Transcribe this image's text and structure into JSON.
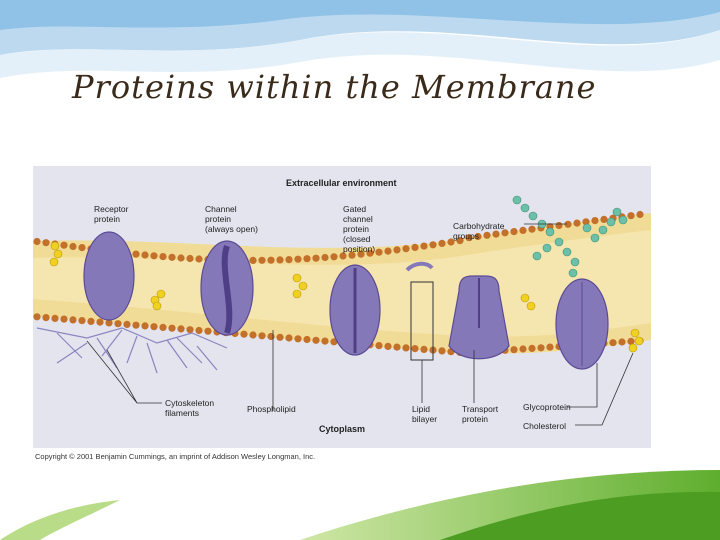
{
  "slide": {
    "title": "Proteins within the Membrane"
  },
  "figure": {
    "header": "Extracellular environment",
    "footer": "Cytoplasm",
    "copyright": "Copyright © 2001 Benjamin Cummings, an imprint of Addison Wesley Longman, Inc.",
    "labels": {
      "receptor_1": "Receptor",
      "receptor_2": "protein",
      "channel_1": "Channel",
      "channel_2": "protein",
      "channel_3": "(always open)",
      "gated_1": "Gated",
      "gated_2": "channel",
      "gated_3": "protein",
      "gated_4": "(closed",
      "gated_5": "position)",
      "carb_1": "Carbohydrate",
      "carb_2": "groups",
      "cyto_1": "Cytoskeleton",
      "cyto_2": "filaments",
      "phospholipid": "Phospholipid",
      "lipid_1": "Lipid",
      "lipid_2": "bilayer",
      "transport_1": "Transport",
      "transport_2": "protein",
      "glycoprotein": "Glycoprotein",
      "cholesterol": "Cholesterol"
    },
    "colors": {
      "membrane_band": "#f1dc97",
      "phospholipid_head": "#c3702a",
      "protein": "#8578b8",
      "protein_dark": "#5b4a95",
      "cholesterol": "#f0d020",
      "carbohydrate": "#6cc0a8",
      "cytoskeleton": "#8a86c0",
      "panel_bg": "#e3e4ee"
    }
  }
}
